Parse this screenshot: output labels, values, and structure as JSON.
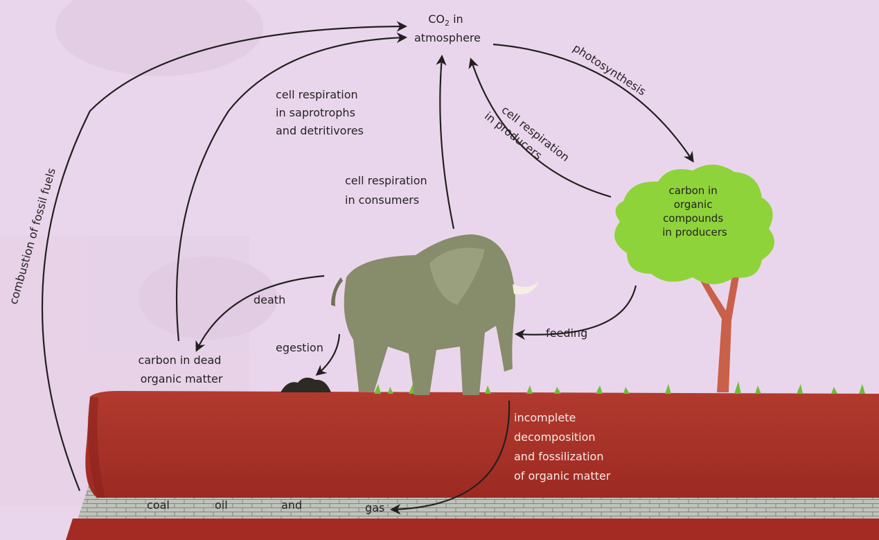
{
  "diagram": {
    "nodes": {
      "atmosphere": {
        "line1_main": "CO",
        "line1_sub": "2",
        "line1_tail": " in",
        "line2": "atmosphere"
      },
      "producers": {
        "lines": [
          "carbon in",
          "organic",
          "compounds",
          "in producers"
        ]
      },
      "dead_matter": {
        "lines": [
          "carbon in dead",
          "organic matter"
        ]
      },
      "fossil_fuels": {
        "words": [
          "coal",
          "oil",
          "and",
          "gas"
        ]
      }
    },
    "processes": {
      "photosynthesis": "photosynthesis",
      "resp_producers": [
        "cell respiration",
        "in producers"
      ],
      "resp_saprotrophs": [
        "cell respiration",
        "in saprotrophs",
        "and detritivores"
      ],
      "resp_consumers": [
        "cell respiration",
        "in consumers"
      ],
      "combustion": "combustion of fossil fuels",
      "death": "death",
      "egestion": "egestion",
      "feeding": "feeding",
      "fossilization": [
        "incomplete",
        "decomposition",
        "and fossilization",
        "of organic matter"
      ]
    },
    "colors": {
      "background": "#ead6ec",
      "soil": "#b4322a",
      "soil_dark": "#8a231d",
      "rock": "#b9bcb6",
      "tree_canopy": "#8fd33b",
      "tree_trunk": "#c8604a",
      "elephant": "#8a8f6e",
      "grass": "#6fbe3a"
    }
  }
}
